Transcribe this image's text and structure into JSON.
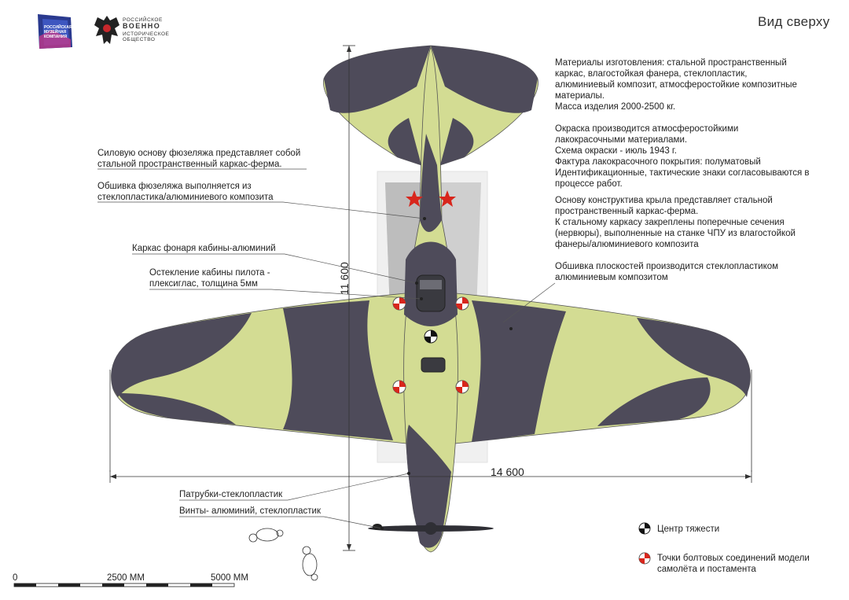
{
  "header": {
    "view_title": "Вид сверху",
    "logo_rmc_text": "РОССИЙСКАЯ МУЗЕЙНАЯ КОМПАНИЯ",
    "logo_society_lines": [
      "РОССИЙСКОЕ",
      "ВОЕННО",
      "ИСТОРИЧЕСКОЕ",
      "ОБЩЕСТВО"
    ]
  },
  "callouts_left": {
    "fuselage_frame": "Силовую основу фюзеляжа представляет собой\nстальной пространственный каркас-ферма.",
    "fuselage_skin": "Обшивка фюзеляжа выполняется из\nстеклопластика/алюминиевого композита",
    "canopy_frame": "Каркас фонаря кабины-алюминий",
    "cockpit_glazing": "Остекление кабины пилота -\nплексиглас, толщина 5мм",
    "exhaust": "Патрубки-стеклопластик",
    "propeller": "Винты- алюминий, стеклопластик"
  },
  "notes_right": {
    "materials": "Материалы изготовления: стальной пространственный\nкаркас, влагостойкая фанера, стеклопластик,\nалюминиевый композит, атмосферостойкие композитные\nматериалы.\nМасса изделия 2000-2500 кг.",
    "paint": "Окраска производится атмосферостойкими\nлакокрасочными материалами.\nСхема окраски - июль 1943 г.\nФактура лакокрасочного покрытия: полуматовый\nИдентификационные, тактические знаки согласовываются в\nпроцессе работ.",
    "wing_frame": "Основу конструктива крыла представляет стальной\nпространственный каркас-ферма.\n К стальному каркасу закреплены поперечные сечения\n(нервюры), выполненные  на станке ЧПУ из  влагостойкой\nфанеры/алюминиевого композита",
    "wing_skin": "Обшивка плоскостей производится стеклопластиком\nалюминиевым композитом"
  },
  "dimensions": {
    "length": "11 600",
    "wingspan": "14 600"
  },
  "legend": {
    "cg_label": "Центр тяжести",
    "bolt_label": "Точки болтовых соединений модели\nсамолёта и постамента"
  },
  "scale_bar": {
    "label_0": "0",
    "label_mid": "2500 ММ",
    "label_end": "5000 ММ"
  },
  "colors": {
    "camo_green": "#d3dc93",
    "camo_grey": "#4e4b5a",
    "star_red": "#d8261c",
    "pedestal": "#cfcfcf"
  }
}
